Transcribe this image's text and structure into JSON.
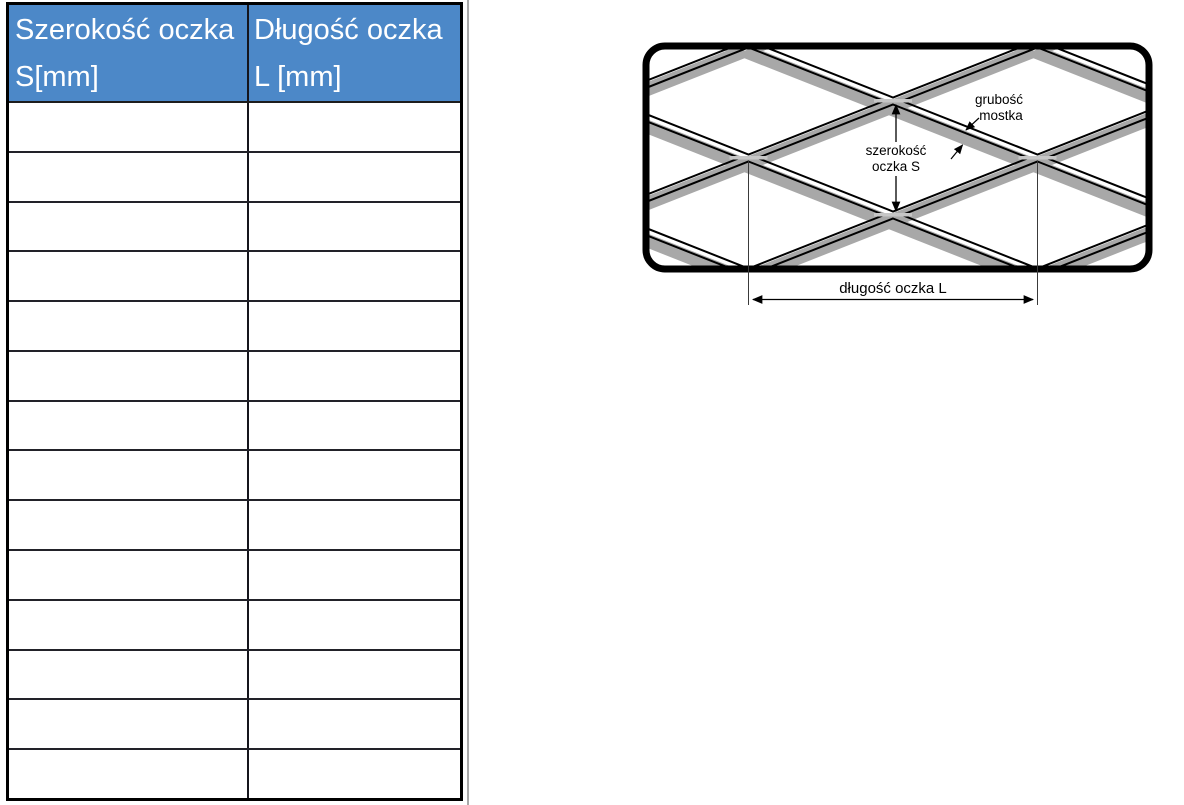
{
  "table": {
    "col1_header": "Szerokość oczka S[mm]",
    "col2_header": "Długość oczka L [mm]",
    "header_bg": "#4C88C8",
    "header_text_color": "#FFFFFF",
    "rows": [
      {
        "s": "",
        "l": ""
      },
      {
        "s": "",
        "l": ""
      },
      {
        "s": "",
        "l": ""
      },
      {
        "s": "",
        "l": ""
      },
      {
        "s": "",
        "l": ""
      },
      {
        "s": "",
        "l": ""
      },
      {
        "s": "",
        "l": ""
      },
      {
        "s": "",
        "l": ""
      },
      {
        "s": "",
        "l": ""
      },
      {
        "s": "",
        "l": ""
      },
      {
        "s": "",
        "l": ""
      },
      {
        "s": "",
        "l": ""
      },
      {
        "s": "",
        "l": ""
      },
      {
        "s": "",
        "l": ""
      }
    ]
  },
  "diagram": {
    "label_mesh_width_line1": "szerokość",
    "label_mesh_width_line2": "oczka S",
    "label_bridge_line1": "grubość",
    "label_bridge_line2": "mostka",
    "label_mesh_length": "długość oczka L",
    "border_color": "#000000",
    "mesh_shadow_color": "#a8a8a8",
    "bridge_dash_color": "#c6c6c6"
  }
}
